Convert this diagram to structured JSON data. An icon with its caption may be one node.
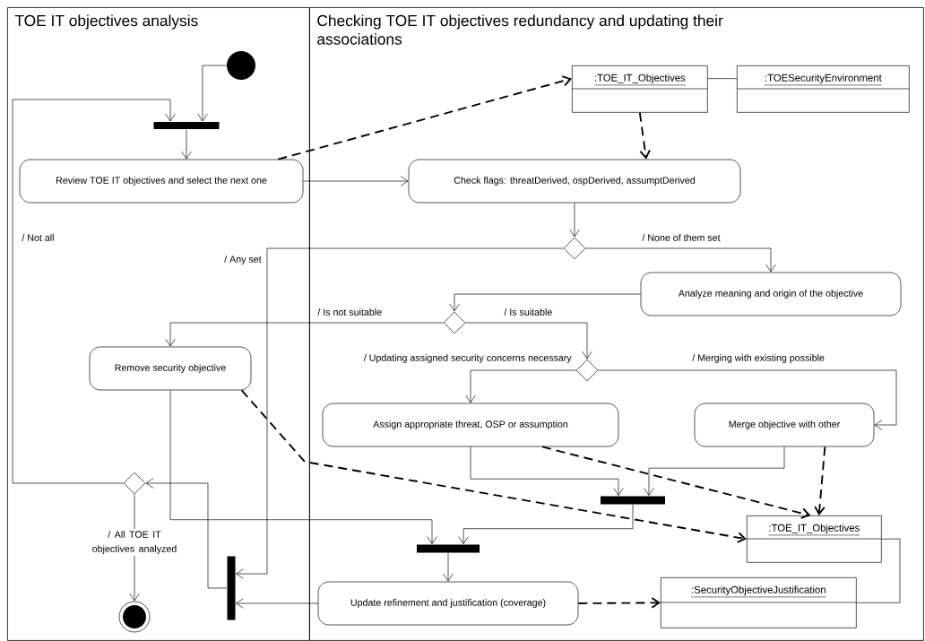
{
  "diagram": {
    "nodes": [
      {
        "text": [
          "TOE IT objectives analysis"
        ]
      },
      {
        "text": [
          "Checking TOE IT objectives redundancy and updating their associations"
        ]
      },
      {
        "text": [],
        "shape": "circle",
        "in": 0
      },
      {
        "text": [],
        "shape": "bar",
        "in": 0
      },
      {
        "text": [
          "Review TOE IT objectives and select the next one"
        ],
        "in": 0
      },
      {
        "text": [
          "Check flags: threatDerived, ospDerived, assumptDerived"
        ],
        "in": 1
      },
      {
        "text": [
          ":TOE_IT_Objectives"
        ],
        "in": 1
      },
      {
        "text": [
          ":TOESecurityEnvironment"
        ],
        "in": 1
      },
      {
        "text": [],
        "shape": "diamond",
        "in": 1
      },
      {
        "text": [
          "Analyze meaning and origin of the objective"
        ],
        "in": 1
      },
      {
        "text": [],
        "shape": "diamond",
        "in": 1
      },
      {
        "text": [
          "Remove security objective"
        ],
        "in": 0
      },
      {
        "text": [],
        "shape": "diamond",
        "in": 1
      },
      {
        "text": [
          "Assign appropriate threat, OSP or assumption"
        ],
        "in": 1
      },
      {
        "text": [
          "Merge objective with other"
        ],
        "in": 1
      },
      {
        "text": [],
        "shape": "bar",
        "in": 1
      },
      {
        "text": [
          ":TOE_IT_Objectives"
        ],
        "in": 1
      },
      {
        "text": [],
        "shape": "bar",
        "in": 1
      },
      {
        "text": [
          "Update refinement and justification (coverage)"
        ],
        "in": 1
      },
      {
        "text": [
          ":SecurityObjectiveJustification"
        ],
        "in": 1
      },
      {
        "text": [],
        "shape": "diamond",
        "in": 0
      },
      {
        "text": [],
        "shape": "bar",
        "in": 0
      },
      {
        "text": [],
        "shape": "circle",
        "in": 0
      }
    ],
    "edges": [
      {
        "from": 2,
        "to": 3,
        "arrow": "to"
      },
      {
        "from": 20,
        "to": 3,
        "arrow": "to",
        "label": "/ Not all"
      },
      {
        "from": 3,
        "to": 4,
        "arrow": "to"
      },
      {
        "from": 4,
        "to": 5,
        "arrow": "to"
      },
      {
        "from": 4,
        "to": 6,
        "arrow": "to",
        "style": "dashed"
      },
      {
        "from": 6,
        "to": 5,
        "arrow": "to",
        "style": "dashed"
      },
      {
        "from": 6,
        "to": 7,
        "arrow": "none"
      },
      {
        "from": 5,
        "to": 8,
        "arrow": "to"
      },
      {
        "from": 8,
        "to": 9,
        "arrow": "to",
        "label": "/ None of them set"
      },
      {
        "from": 8,
        "to": 21,
        "arrow": "to",
        "label": "/ Any set"
      },
      {
        "from": 9,
        "to": 10,
        "arrow": "to"
      },
      {
        "from": 10,
        "to": 11,
        "arrow": "to",
        "label": "/ Is not suitable"
      },
      {
        "from": 10,
        "to": 12,
        "arrow": "to",
        "label": "/ Is suitable"
      },
      {
        "from": 12,
        "to": 13,
        "arrow": "to",
        "label": "/ Updating assigned security concerns necessary"
      },
      {
        "from": 12,
        "to": 14,
        "arrow": "to",
        "label": "/ Merging with existing possible"
      },
      {
        "from": 11,
        "to": 16,
        "arrow": "to",
        "style": "dashed"
      },
      {
        "from": 13,
        "to": 16,
        "arrow": "to",
        "style": "dashed"
      },
      {
        "from": 14,
        "to": 16,
        "arrow": "to",
        "style": "dashed"
      },
      {
        "from": 13,
        "to": 15,
        "arrow": "to"
      },
      {
        "from": 14,
        "to": 15,
        "arrow": "to"
      },
      {
        "from": 15,
        "to": 17,
        "arrow": "to"
      },
      {
        "from": 11,
        "to": 17,
        "arrow": "to"
      },
      {
        "from": 17,
        "to": 18,
        "arrow": "to"
      },
      {
        "from": 18,
        "to": 21,
        "arrow": "to"
      },
      {
        "from": 18,
        "to": 19,
        "arrow": "to",
        "style": "dashed"
      },
      {
        "from": 16,
        "to": 19,
        "arrow": "none"
      },
      {
        "from": 21,
        "to": 20,
        "arrow": "to"
      },
      {
        "from": 20,
        "to": 22,
        "arrow": "to",
        "label": "/ All TOE IT objectives analyzed"
      }
    ]
  }
}
